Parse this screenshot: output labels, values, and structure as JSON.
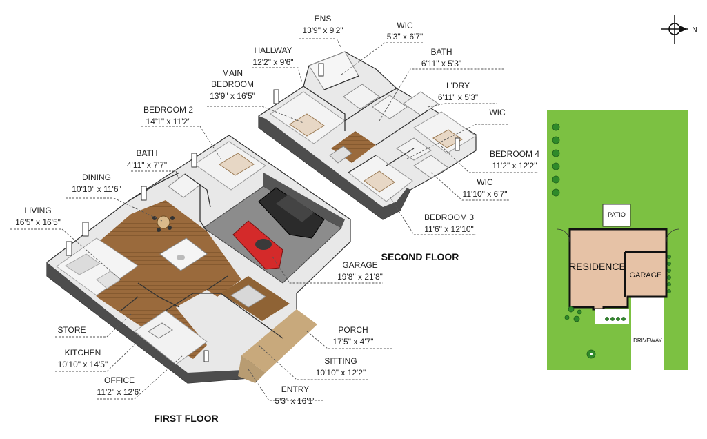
{
  "floors": {
    "first": "FIRST FLOOR",
    "second": "SECOND FLOOR"
  },
  "rooms": {
    "ens": {
      "name": "ENS",
      "dims": "13'9\" x 9'2\""
    },
    "wic_top": {
      "name": "WIC",
      "dims": "5'3\" x 6'7\""
    },
    "hallway": {
      "name": "HALLWAY",
      "dims": "12'2\" x 9'6\""
    },
    "bath_top": {
      "name": "BATH",
      "dims": "6'11\" x 5'3\""
    },
    "main_bedroom": {
      "name1": "MAIN",
      "name2": "BEDROOM",
      "dims": "13'9\" x 16'5\""
    },
    "ldry": {
      "name": "L'DRY",
      "dims": "6'11\" x 5'3\""
    },
    "bedroom2": {
      "name": "BEDROOM 2",
      "dims": "14'1\" x 11'2\""
    },
    "wic_mid": {
      "name": "WIC"
    },
    "bedroom4": {
      "name": "BEDROOM 4",
      "dims": "11'2\" x 12'2\""
    },
    "bath_first": {
      "name": "BATH",
      "dims": "4'11\" x 7'7\""
    },
    "wic_low": {
      "name": "WIC",
      "dims": "11'10\" x 6'7\""
    },
    "dining": {
      "name": "DINING",
      "dims": "10'10\" x 11'6\""
    },
    "bedroom3": {
      "name": "BEDROOM 3",
      "dims": "11'6\" x 12'10\""
    },
    "living": {
      "name": "LIVING",
      "dims": "16'5\" x 16'5\""
    },
    "garage": {
      "name": "GARAGE",
      "dims": "19'8\" x 21'8\""
    },
    "store": {
      "name": "STORE"
    },
    "porch": {
      "name": "PORCH",
      "dims": "17'5\" x 4'7\""
    },
    "kitchen": {
      "name": "KITCHEN",
      "dims": "10'10\" x 14'5\""
    },
    "sitting": {
      "name": "SITTING",
      "dims": "10'10\" x 12'2\""
    },
    "office": {
      "name": "OFFICE",
      "dims": "11'2\" x 12'6\""
    },
    "entry": {
      "name": "ENTRY",
      "dims": "5'3\" x 16'1\""
    }
  },
  "site_plan": {
    "patio": "PATIO",
    "residence": "RESIDENCE",
    "garage": "GARAGE",
    "driveway": "DRIVEWAY"
  },
  "compass": {
    "label": "N",
    "icon": "compass-icon"
  },
  "colors": {
    "lawn": "#7cc142",
    "residence": "#e6c2a6",
    "wood_floor": "#9a6a3c",
    "wall_top": "#f2f2f2",
    "wall_side": "#555555",
    "garage_floor": "#8c8c8c",
    "car": "#d42a2a",
    "suv": "#2b2b2b"
  }
}
